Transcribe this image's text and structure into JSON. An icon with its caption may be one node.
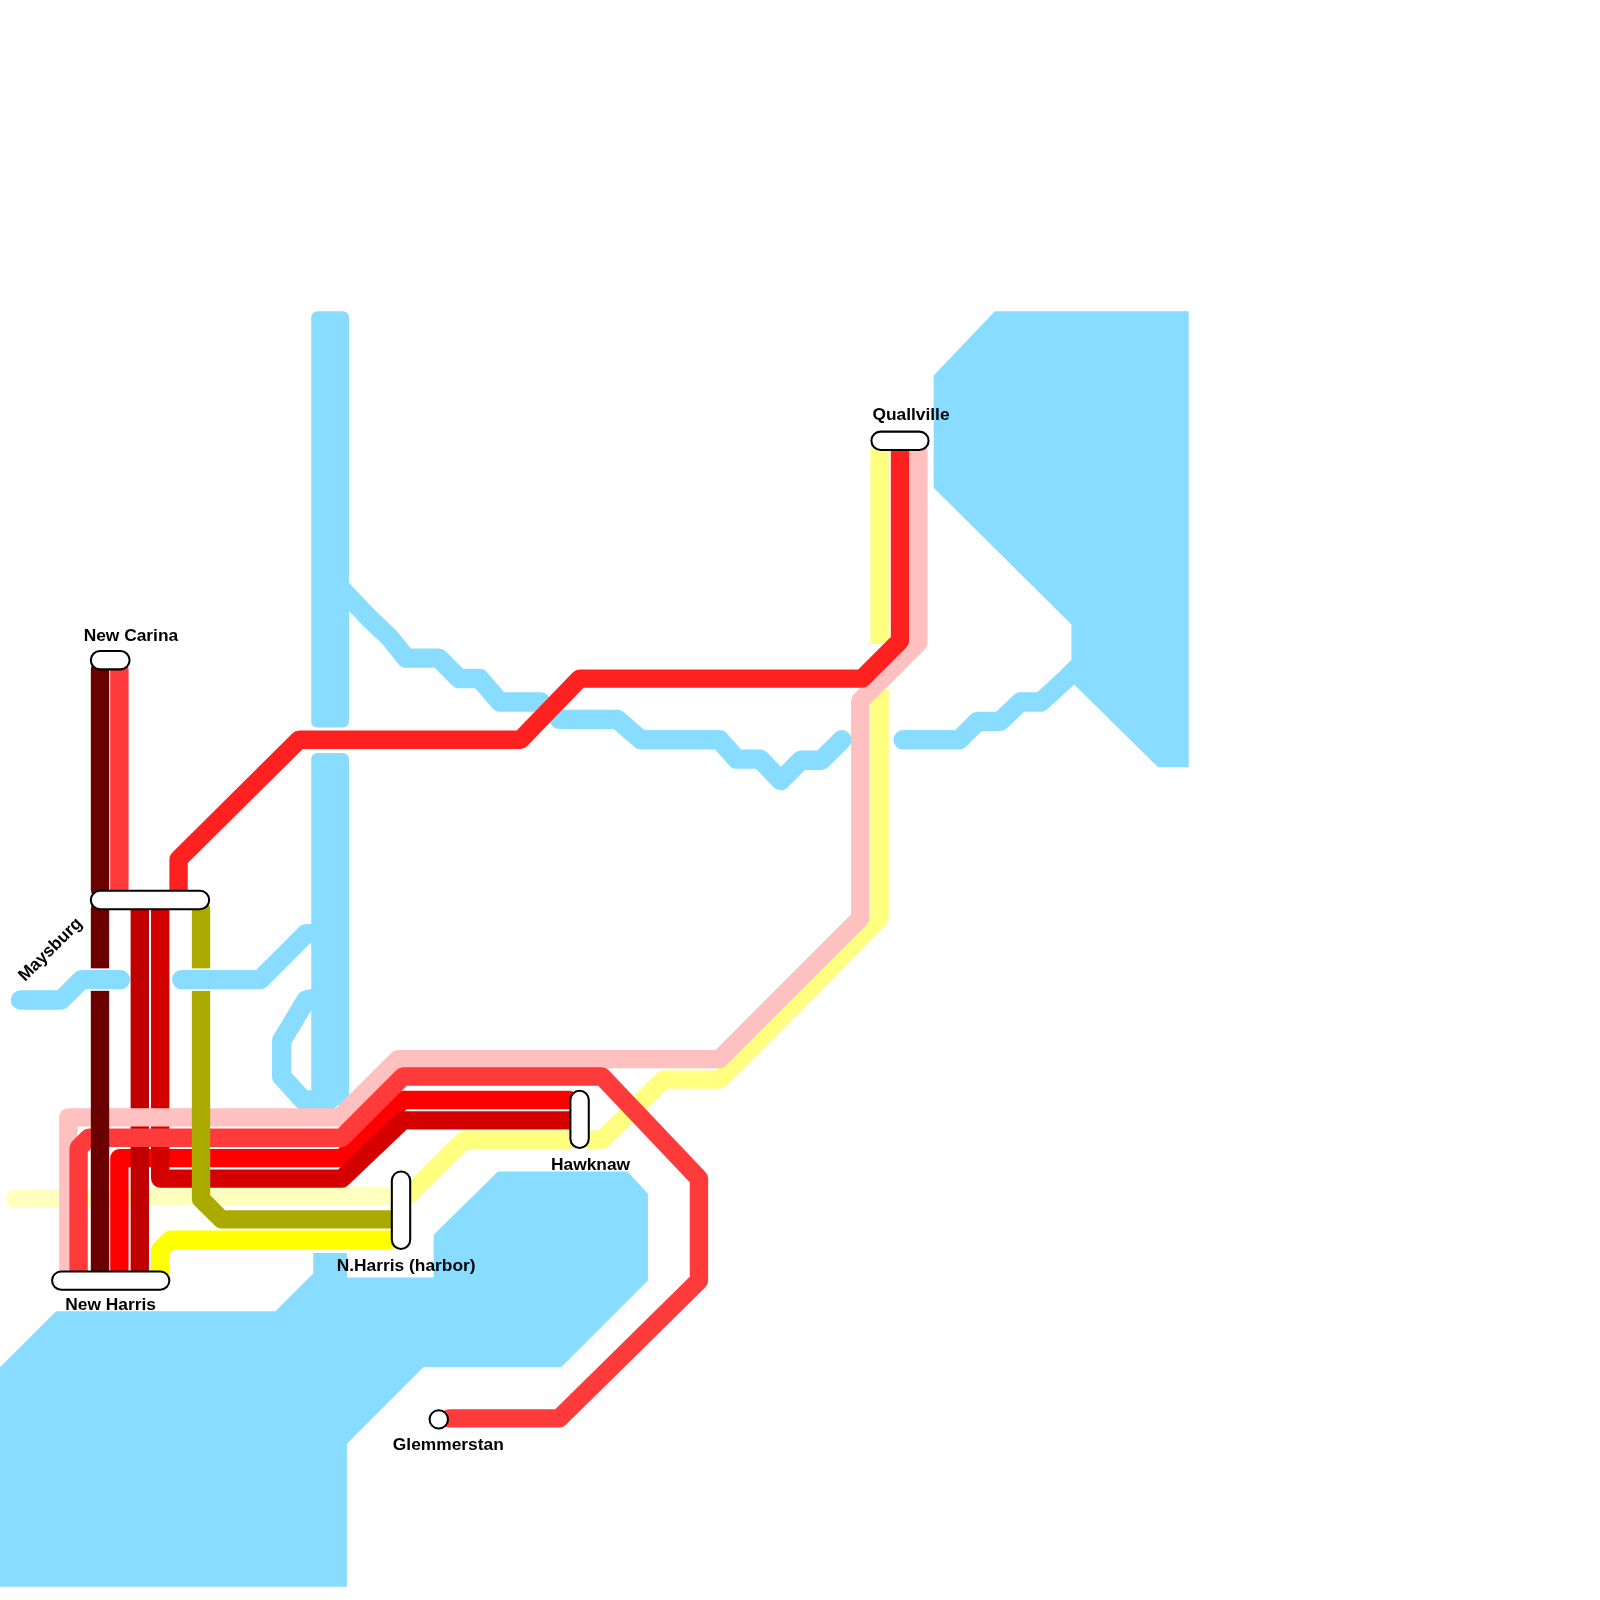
{
  "diagram": {
    "nodes": [
      {
        "text": [
          "New Carina"
        ]
      },
      {
        "text": [
          "Maysburg"
        ]
      },
      {
        "text": [
          "New Harris"
        ]
      },
      {
        "text": [
          "N.Harris (harbor)"
        ]
      },
      {
        "text": [
          "Hawknaw"
        ]
      },
      {
        "text": [
          "Quallville"
        ]
      },
      {
        "text": [
          "Glemmerstan"
        ]
      }
    ],
    "edges": [
      {
        "from": 0,
        "to": 1,
        "arrow": "none",
        "color": "#6b0000"
      },
      {
        "from": 1,
        "to": 2,
        "arrow": "none",
        "color": "#6b0000"
      },
      {
        "from": 0,
        "to": 1,
        "arrow": "none",
        "color": "#ff3a3a"
      },
      {
        "from": 1,
        "to": 5,
        "arrow": "none",
        "color": "#ff2020"
      },
      {
        "from": 1,
        "to": 2,
        "arrow": "none",
        "color": "#c00000"
      },
      {
        "from": 1,
        "to": 4,
        "arrow": "none",
        "color": "#d40000"
      },
      {
        "from": 2,
        "to": 4,
        "arrow": "none",
        "color": "#ff0000"
      },
      {
        "from": 2,
        "to": 6,
        "arrow": "none",
        "color": "#ff3a3a"
      },
      {
        "from": 1,
        "to": 3,
        "arrow": "none",
        "color": "#aaaa00"
      },
      {
        "from": 2,
        "to": 3,
        "arrow": "none",
        "color": "#ffff00"
      },
      {
        "from": 5,
        "to": 4,
        "arrow": "none",
        "color": "#ffff80"
      },
      {
        "from": 4,
        "to": 3,
        "arrow": "none",
        "color": "#ffff80"
      },
      {
        "from": 3,
        "to": null,
        "arrow": "none",
        "color": "#ffffc0"
      },
      {
        "from": 5,
        "to": 2,
        "arrow": "none",
        "color": "#ffc0c0"
      }
    ]
  }
}
